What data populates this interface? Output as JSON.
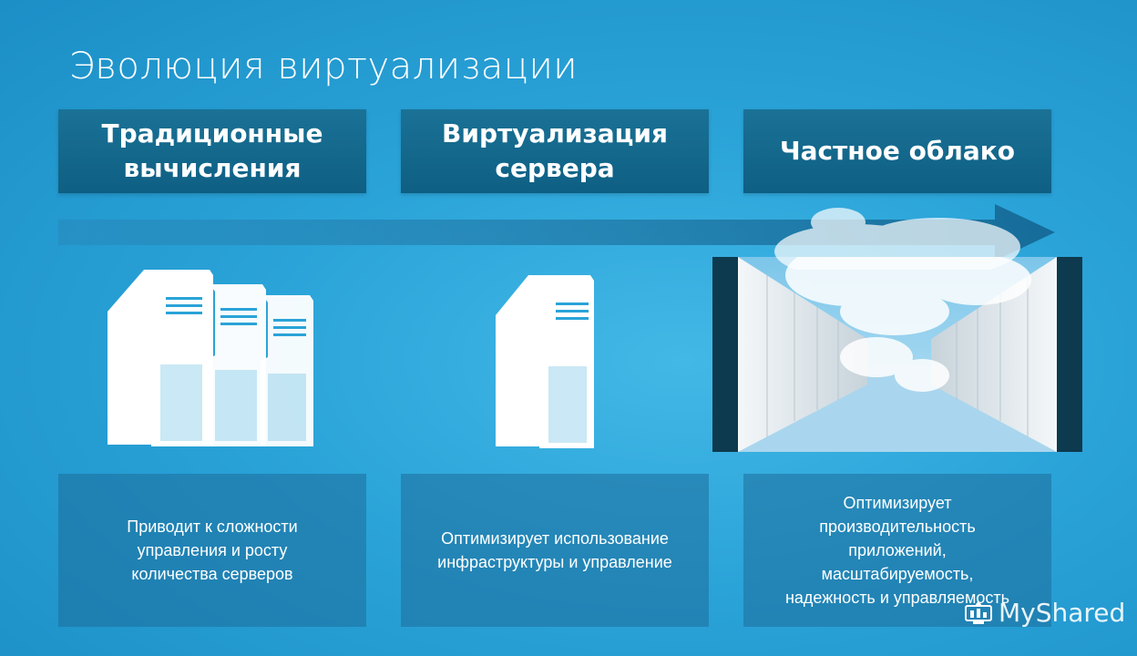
{
  "slide": {
    "title": "Эволюция виртуализации"
  },
  "columns": [
    {
      "header": [
        "Традиционные",
        "вычисления"
      ],
      "icon": "multiple-servers-icon",
      "description": [
        "Приводит к сложности",
        "управления и росту",
        "количества серверов"
      ]
    },
    {
      "header": [
        "Виртуализация",
        "сервера"
      ],
      "icon": "single-server-icon",
      "description": [
        "Оптимизирует использование",
        "инфраструктуры и управление"
      ]
    },
    {
      "header": [
        "Частное облако"
      ],
      "icon": "cloud-datacenter-image",
      "description": [
        "Оптимизирует",
        "производительность",
        "приложений,",
        "масштабируемость,",
        "надежность и управляемость"
      ]
    }
  ],
  "watermark": {
    "text": "MyShared",
    "icon": "myshared-logo-icon"
  },
  "colors": {
    "background": "#2aa3d8",
    "header_box": "#0e5f83",
    "desc_box": "#1e6e9b",
    "text": "#ffffff"
  }
}
